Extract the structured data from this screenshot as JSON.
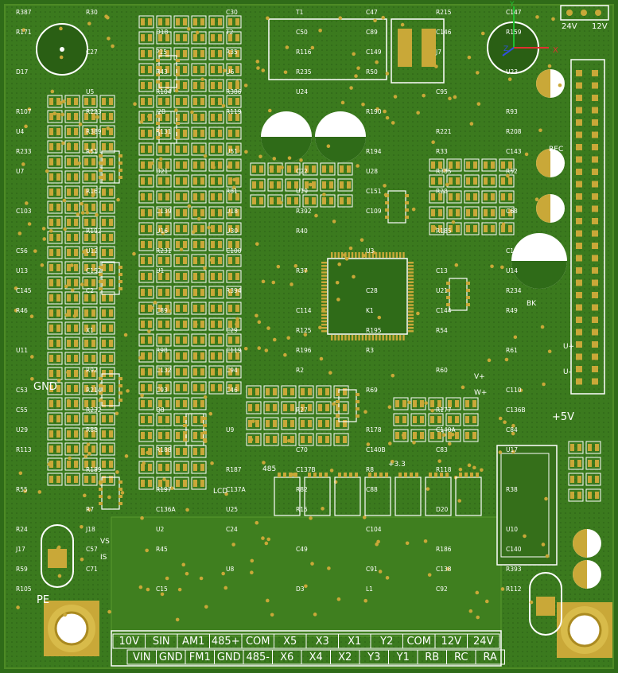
{
  "board": {
    "colors": {
      "substrate": "#2f6b18",
      "copper": "#4d8a25",
      "pad": "#c9a838",
      "silk": "#ffffff"
    },
    "axis": {
      "x": "X",
      "y": "Y",
      "z": "Z"
    },
    "voltage_labels": [
      "24V",
      "12V"
    ],
    "component_labels": [
      "R387",
      "C147",
      "C146",
      "C149",
      "R235",
      "R386",
      "J2B",
      "R389",
      "R233",
      "C143",
      "R385",
      "C151",
      "R392",
      "U30",
      "R231",
      "C152",
      "C145",
      "R234",
      "C144",
      "R195",
      "R196",
      "C94",
      "C93",
      "R232",
      "U29",
      "C84",
      "C83",
      "R8",
      "R82",
      "U25",
      "U2",
      "C57",
      "R59",
      "R393",
      "C92",
      "C47",
      "C50",
      "R35",
      "R43",
      "U5",
      "R107",
      "R93",
      "R221",
      "R194",
      "C22",
      "R81",
      "C139",
      "R192",
      "C56",
      "C135",
      "C13",
      "C28",
      "C114",
      "C29",
      "R98",
      "R92",
      "C53",
      "C110",
      "R177",
      "R178",
      "C70",
      "R187",
      "R197",
      "R7",
      "R24",
      "U10",
      "R186",
      "C91",
      "D3",
      "C30",
      "D18",
      "C27",
      "D17",
      "U23",
      "C95",
      "R190",
      "U52",
      "U51",
      "D21",
      "R167",
      "C103",
      "C68",
      "R185",
      "U3",
      "R37",
      "R394",
      "C89",
      "X1",
      "U11",
      "R61",
      "R60",
      "R69",
      "R27",
      "U9",
      "R188",
      "R189",
      "R55",
      "R38",
      "D20",
      "C104",
      "C49",
      "U8",
      "C15",
      "R30",
      "R171",
      "R159",
      "J7",
      "R50",
      "U24",
      "R119",
      "R131",
      "R51",
      "U7",
      "R52",
      "R28",
      "C109",
      "R40",
      "C100",
      "U1",
      "C2",
      "R46",
      "R49",
      "R54",
      "R3",
      "R2",
      "C46",
      "Q8",
      "R88",
      "R113",
      "U17",
      "R118",
      "C88",
      "R15",
      "C24",
      "R45",
      "C71",
      "R105",
      "R112",
      "R215",
      "C89",
      "R116",
      "U6",
      "R104",
      "R223",
      "U4",
      "R208",
      "R33",
      "U28",
      "U19",
      "U18",
      "U16",
      "U12",
      "U13",
      "U14",
      "U21",
      "K1",
      "R125",
      "C119",
      "C132",
      "R214",
      "C55",
      "C136B",
      "C140A",
      "C140B",
      "C137B",
      "C137A",
      "C136A",
      "J18",
      "J17",
      "C140",
      "C138",
      "L1",
      "T1",
      "T2",
      "P15"
    ],
    "net_labels": [
      "GND",
      "+5V",
      "+3.3",
      "485",
      "PE",
      "VS",
      "IS",
      "REC",
      "BK",
      "LCD",
      "U+",
      "U-",
      "W+",
      "V+"
    ],
    "terminal_top": [
      "10V",
      "SIN",
      "AM1",
      "485+",
      "COM",
      "X5",
      "X3",
      "X1",
      "Y2",
      "COM",
      "12V",
      "24V"
    ],
    "terminal_bottom": [
      "VIN",
      "GND",
      "FM1",
      "GND",
      "485-",
      "X6",
      "X4",
      "X2",
      "Y3",
      "Y1",
      "RB",
      "RC",
      "RA"
    ]
  }
}
